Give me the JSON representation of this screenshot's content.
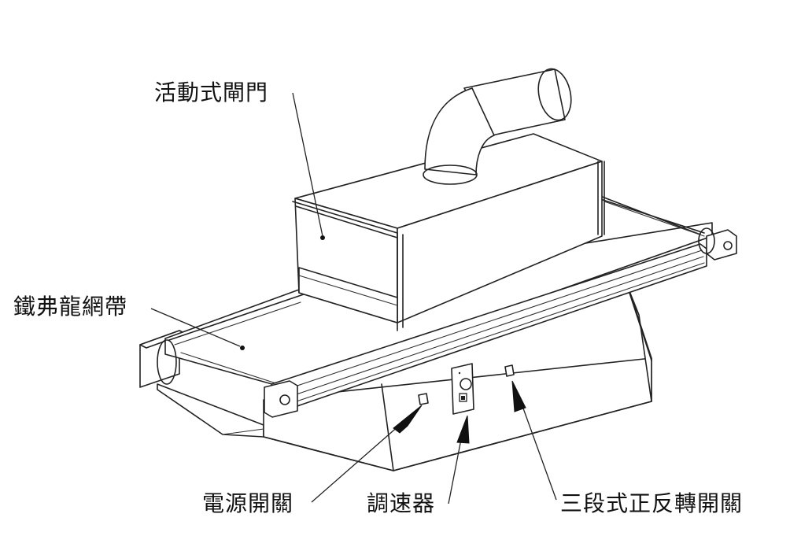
{
  "labels": {
    "gate": "活動式閘門",
    "belt": "鐵弗龍網帶",
    "power_switch": "電源開關",
    "speed_controller": "調速器",
    "direction_switch": "三段式正反轉開關"
  },
  "icons": {
    "pipe": "elbow-exhaust-pipe",
    "switch": "rocker-switch",
    "knob": "speed-knob"
  }
}
